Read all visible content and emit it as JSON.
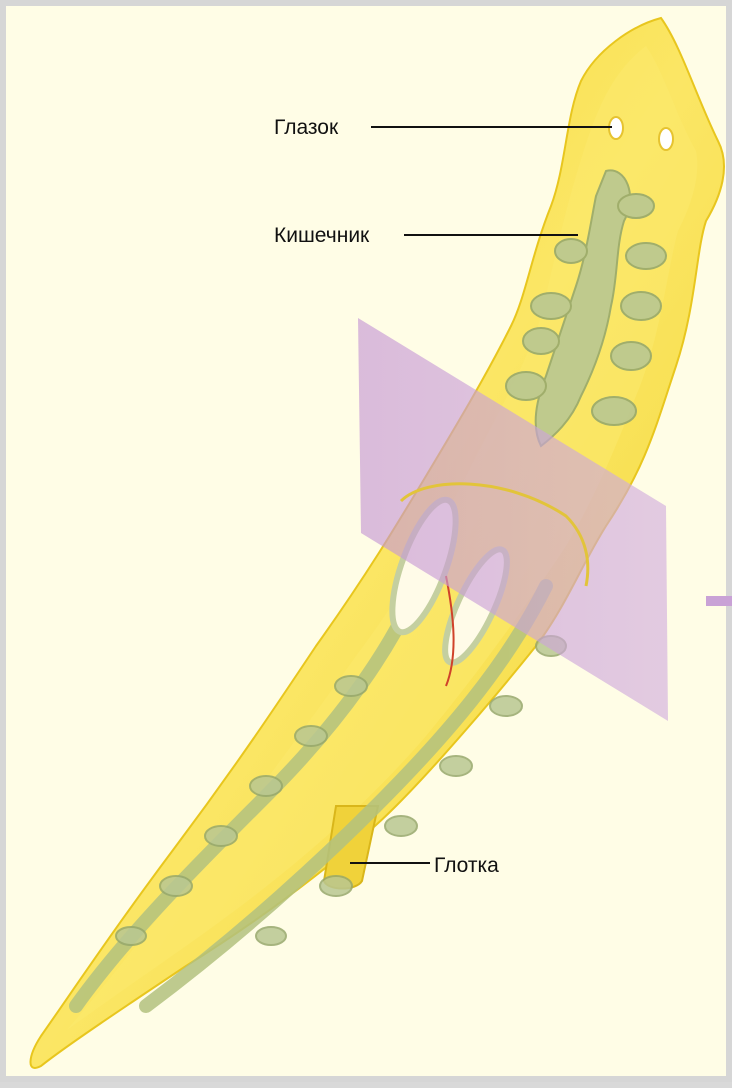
{
  "labels": {
    "eye": "Глазок",
    "intestine": "Кишечник",
    "pharynx": "Глотка"
  },
  "colors": {
    "background": "#fffde6",
    "frame": "#d6d6d6",
    "body_fill": "#f7dc3c",
    "body_inner": "#fbe96e",
    "intestine": "#b9c792",
    "section_plane": "#c9a2d6",
    "pharynx": "#f0d23a",
    "leader_lines": "#111111"
  }
}
